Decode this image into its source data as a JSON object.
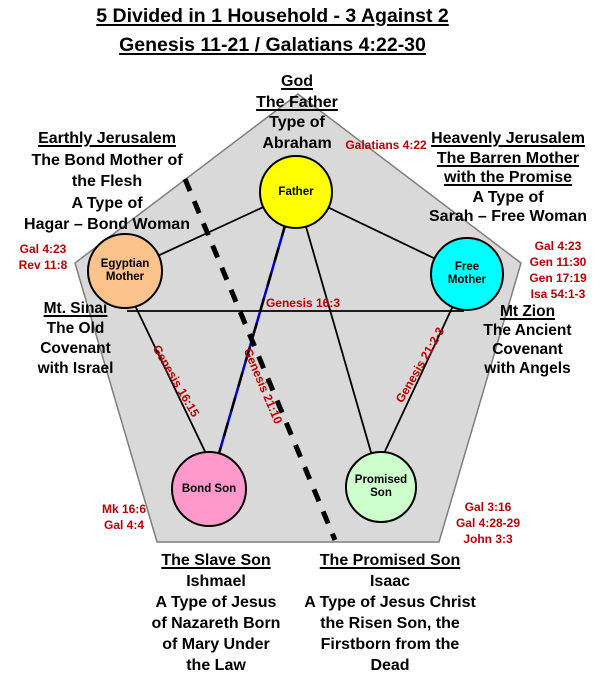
{
  "title": {
    "line1": "5 Divided in 1 Household - 3 Against 2",
    "line2": "Genesis 11-21 / Galatians 4:22-30"
  },
  "god_block": {
    "lines": [
      "God",
      "The Father",
      "Type of",
      "Abraham"
    ]
  },
  "earthly_block": {
    "lines": [
      "Earthly Jerusalem",
      "The Bond Mother of",
      "the Flesh",
      "A Type of",
      "Hagar – Bond Woman"
    ]
  },
  "heavenly_block": {
    "lines": [
      "Heavenly Jerusalem",
      "The Barren Mother",
      "with the Promise",
      "A Type of",
      "Sarah – Free Woman"
    ]
  },
  "sinai_block": {
    "lines": [
      "Mt. Sinai",
      "The Old",
      "Covenant",
      "with Israel"
    ]
  },
  "zion_block": {
    "lines": [
      "Mt Zion",
      "The Ancient",
      "Covenant",
      "with Angels"
    ]
  },
  "slave_son_block": {
    "lines": [
      "The Slave Son",
      "Ishmael",
      "A Type of Jesus",
      "of Nazareth Born",
      "of Mary Under",
      "the Law"
    ]
  },
  "promised_son_block": {
    "lines": [
      "The Promised Son",
      "Isaac",
      "A Type of Jesus Christ",
      "the Risen Son, the",
      "Firstborn from the",
      "Dead"
    ]
  },
  "nodes": {
    "father": "Father",
    "egyptian_mother": "Egyptian Mother",
    "free_mother": "Free Mother",
    "bond_son": "Bond Son",
    "promised_son": "Promised Son"
  },
  "refs": {
    "earthly_mother": [
      "Gal 4:23",
      "Rev 11:8"
    ],
    "heavenly_mother": [
      "Gal 4:23",
      "Gen 11:30",
      "Gen 17:19",
      "Isa 54:1-3"
    ],
    "bond_son": [
      "Mk 16:6",
      "Gal 4:4"
    ],
    "promised_son": [
      "Gal 3:16",
      "Gal 4:28-29",
      "John 3:3"
    ]
  },
  "edge_labels": {
    "galatians_4_22": "Galatians 4:22",
    "genesis_16_3": "Genesis 16:3",
    "genesis_16_15": "Genesis 16:15",
    "genesis_21_10": "Genesis 21:10",
    "genesis_21_2_3": "Genesis 21:2-3"
  },
  "colors": {
    "reference_red": "#C00000",
    "pentagon_fill": "#D9D9D9",
    "pentagon_border": "#7F7F7F",
    "line_black": "#000000",
    "father_fill": "#FFFF00",
    "egyptian_mother_fill": "#FBC28C",
    "free_mother_fill": "#00FFFF",
    "bond_son_fill": "#FF99CC",
    "promised_son_fill": "#CCFFCC",
    "father_bond_line_blue": "#0000CC"
  }
}
